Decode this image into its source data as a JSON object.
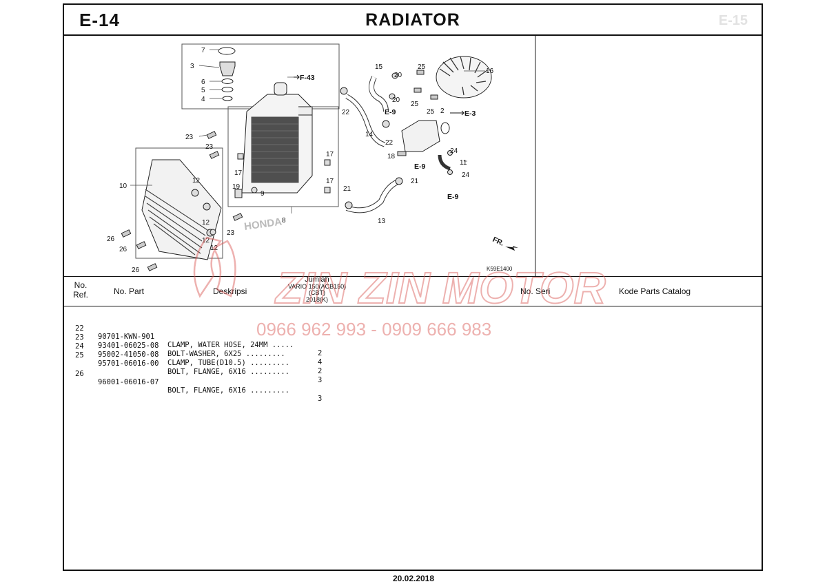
{
  "header": {
    "code": "E-14",
    "title": "RADIATOR",
    "ghost_code": "E-15"
  },
  "diagram": {
    "callouts": [
      "7",
      "3",
      "6",
      "5",
      "4",
      "23",
      "23",
      "10",
      "12",
      "12",
      "12",
      "12",
      "26",
      "26",
      "26",
      "17",
      "19",
      "9",
      "23",
      "8",
      "17",
      "17",
      "22",
      "14",
      "15",
      "20",
      "20",
      "22",
      "18",
      "21",
      "21",
      "13",
      "25",
      "25",
      "25",
      "16",
      "2",
      "24",
      "11",
      "24"
    ],
    "refs": [
      "F-43",
      "E-9",
      "E-9",
      "E-9",
      "E-3"
    ],
    "front_label": "FR.",
    "drawing_code": "K59E1400",
    "brand_mark": "HONDA"
  },
  "table": {
    "headers": {
      "ref_line1": "No.",
      "ref_line2": "Ref.",
      "part": "No. Part",
      "desc": "Deskripsi",
      "model_title": "Jumlah",
      "model_name": "VARIO 150(ACB150)",
      "model_code": "(CBT)",
      "model_year": "2018(K)",
      "seri": "No. Seri",
      "kode": "Kode Parts Catalog"
    },
    "rows": [
      {
        "ref": "22",
        "part": "90701-KWN-901",
        "desc": "CLAMP, WATER HOSE, 24MM .....",
        "qty": "2"
      },
      {
        "ref": "23",
        "part": "93401-06025-08",
        "desc": "BOLT-WASHER, 6X25 .........",
        "qty": "4"
      },
      {
        "ref": "24",
        "part": "95002-41050-08",
        "desc": "CLAMP, TUBE(D10.5) .........",
        "qty": "2"
      },
      {
        "ref": "25",
        "part": "95701-06016-00",
        "desc": "BOLT, FLANGE, 6X16 .........",
        "qty": "3"
      },
      {
        "ref": "26",
        "part": "96001-06016-07",
        "desc": "BOLT, FLANGE, 6X16 .........",
        "qty": "3"
      }
    ]
  },
  "watermark": {
    "name": "ZIN ZIN MOTOR",
    "phones": "0966 962 993 - 0909 666 983",
    "color": "#d9534f"
  },
  "footer": {
    "date": "20.02.2018"
  }
}
